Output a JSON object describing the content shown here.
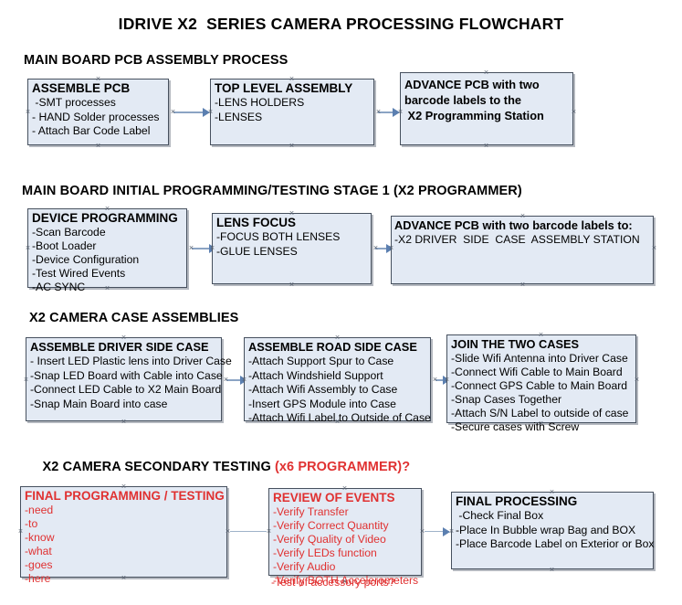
{
  "document": {
    "title": "IDRIVE X2  SERIES CAMERA PROCESSING FLOWCHART"
  },
  "sections": [
    {
      "id": "main-board-pcb-assembly",
      "heading": "MAIN BOARD PCB ASSEMBLY PROCESS",
      "boxes": [
        {
          "id": "assemble-pcb",
          "title": "ASSEMBLE PCB",
          "lines": [
            " -SMT processes",
            "- HAND Solder processes",
            "- Attach Bar Code Label"
          ]
        },
        {
          "id": "top-level-assembly",
          "title": "TOP LEVEL ASSEMBLY",
          "lines": [
            "-LENS HOLDERS",
            "-LENSES"
          ]
        },
        {
          "id": "advance-pcb-programming-station",
          "title": "ADVANCE PCB with two\nbarcode labels to the\n X2 Programming Station",
          "lines": []
        }
      ]
    },
    {
      "id": "initial-programming-testing",
      "heading": "MAIN BOARD INITIAL PROGRAMMING/TESTING STAGE 1 (X2 PROGRAMMER)",
      "boxes": [
        {
          "id": "device-programming",
          "title": "DEVICE PROGRAMMING",
          "lines": [
            "-Scan Barcode",
            "-Boot Loader",
            "-Device Configuration",
            "-Test Wired Events",
            "-AC SYNC"
          ]
        },
        {
          "id": "lens-focus",
          "title": "LENS FOCUS",
          "lines": [
            "-FOCUS BOTH LENSES",
            "-GLUE LENSES"
          ]
        },
        {
          "id": "advance-pcb-driver-side-case",
          "title": "ADVANCE PCB with two barcode labels to:",
          "lines": [
            "-X2 DRIVER  SIDE  CASE  ASSEMBLY STATION"
          ]
        }
      ]
    },
    {
      "id": "camera-case-assemblies",
      "heading": "X2 CAMERA CASE ASSEMBLIES",
      "boxes": [
        {
          "id": "assemble-driver-side-case",
          "title": "ASSEMBLE DRIVER SIDE CASE",
          "lines": [
            "- Insert LED Plastic lens into Driver Case",
            "-Snap LED Board with Cable into Case",
            "-Connect LED Cable to X2 Main Board",
            "-Snap Main Board into case"
          ]
        },
        {
          "id": "assemble-road-side-case",
          "title": "ASSEMBLE ROAD SIDE CASE",
          "lines": [
            "-Attach Support Spur to Case",
            "-Attach Windshield Support",
            "-Attach Wifi Assembly to Case",
            "-Insert GPS Module into Case",
            "-Attach Wifi Label to Outside of Case"
          ]
        },
        {
          "id": "join-the-two-cases",
          "title": "JOIN THE TWO CASES",
          "lines": [
            "-Slide Wifi Antenna into Driver Case",
            "-Connect Wifi Cable to Main Board",
            "-Connect GPS Cable to Main Board",
            "-Snap Cases Together",
            "-Attach S/N Label to outside of case",
            "-Secure cases with Screw"
          ]
        }
      ]
    },
    {
      "id": "secondary-testing",
      "heading": "X2 CAMERA SECONDARY TESTING ",
      "heading_accent": "(x6 PROGRAMMER)?",
      "boxes": [
        {
          "id": "final-programming-testing",
          "title": "FINAL PROGRAMMING / TESTING",
          "lines": [
            "-need",
            "-to",
            "-know",
            "-what",
            "-goes",
            "-here"
          ]
        },
        {
          "id": "review-of-events",
          "title": "REVIEW OF EVENTS",
          "lines": [
            "-Verify Transfer",
            "-Verify Correct Quantity",
            "-Verify Quality of Video",
            "-Verify LEDs function",
            "-Verify Audio",
            "-Verify BOTH Accelerometers"
          ],
          "overflow_line": "-Test of accessory ports?"
        },
        {
          "id": "final-processing",
          "title": "FINAL PROCESSING",
          "lines": [
            " -Check Final Box",
            "-Place In Bubble wrap Bag and BOX",
            "-Place Barcode Label on Exterior or Box"
          ]
        }
      ]
    }
  ],
  "colors": {
    "box_fill": "#e3eaf4",
    "box_border": "#46505e",
    "connector": "#8ba4c4",
    "accent_red": "#e03131"
  }
}
